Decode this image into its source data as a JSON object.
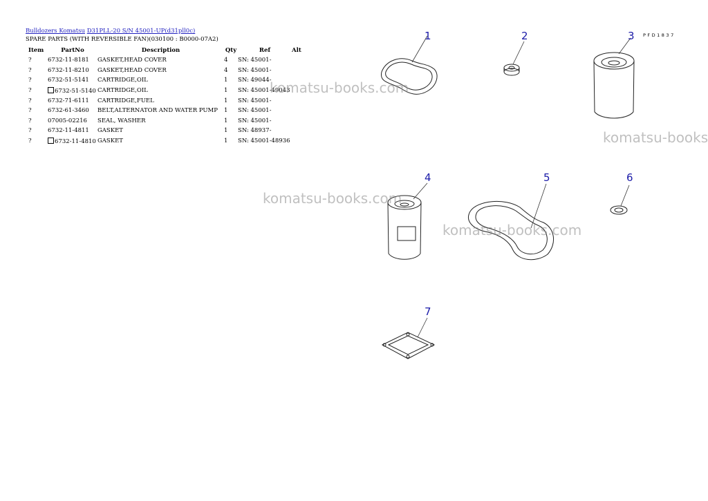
{
  "breadcrumb": {
    "part1": "Bulldozers Komatsu",
    "part2": "D31PLL-20 S/N 45001-UP(d31pll0c)"
  },
  "subtitle": "SPARE PARTS (WITH REVERSIBLE FAN)(030100 : B0000-07A2)",
  "table": {
    "headers": {
      "item": "Item",
      "partno": "PartNo",
      "desc": "Description",
      "qty": "Qty",
      "ref": "Ref",
      "alt": "Alt"
    },
    "rows": [
      {
        "item": "?",
        "partno": "6732-11-8181",
        "desc": "GASKET,HEAD COVER",
        "qty": "4",
        "ref": "SN: 45001-",
        "alt": ""
      },
      {
        "item": "?",
        "partno": "6732-11-8210",
        "desc": "GASKET,HEAD COVER",
        "qty": "4",
        "ref": "SN: 45001-",
        "alt": ""
      },
      {
        "item": "?",
        "partno": "6732-51-5141",
        "desc": "CARTRIDGE,OIL",
        "qty": "1",
        "ref": "SN: 49044-",
        "alt": ""
      },
      {
        "item": "?",
        "partno": "6732-51-5140",
        "desc": "CARTRIDGE,OIL",
        "qty": "1",
        "ref": "SN: 45001-49043",
        "alt": ""
      },
      {
        "item": "?",
        "partno": "6732-71-6111",
        "desc": "CARTRIDGE,FUEL",
        "qty": "1",
        "ref": "SN: 45001-",
        "alt": ""
      },
      {
        "item": "?",
        "partno": "6732-61-3460",
        "desc": "BELT,ALTERNATOR AND WATER PUMP",
        "qty": "1",
        "ref": "SN: 45001-",
        "alt": ""
      },
      {
        "item": "?",
        "partno": "07005-02216",
        "desc": "SEAL, WASHER",
        "qty": "1",
        "ref": "SN: 45001-",
        "alt": ""
      },
      {
        "item": "?",
        "partno": "6732-11-4811",
        "desc": "GASKET",
        "qty": "1",
        "ref": "SN: 48937-",
        "alt": ""
      },
      {
        "item": "?",
        "partno": "6732-11-4810",
        "desc": "GASKET",
        "qty": "1",
        "ref": "SN: 45001-48936",
        "alt": ""
      }
    ]
  },
  "drawing": {
    "code": "PFD1837",
    "callouts": [
      "1",
      "2",
      "3",
      "4",
      "5",
      "6",
      "7"
    ]
  },
  "watermarks": [
    "komatsu-books.com",
    "komatsu-books.com",
    "komatsu-books.com",
    "komatsu-books.com"
  ],
  "colors": {
    "link": "#2020c0",
    "callout": "#1a1aa8",
    "watermark": "#8c8c8c"
  }
}
